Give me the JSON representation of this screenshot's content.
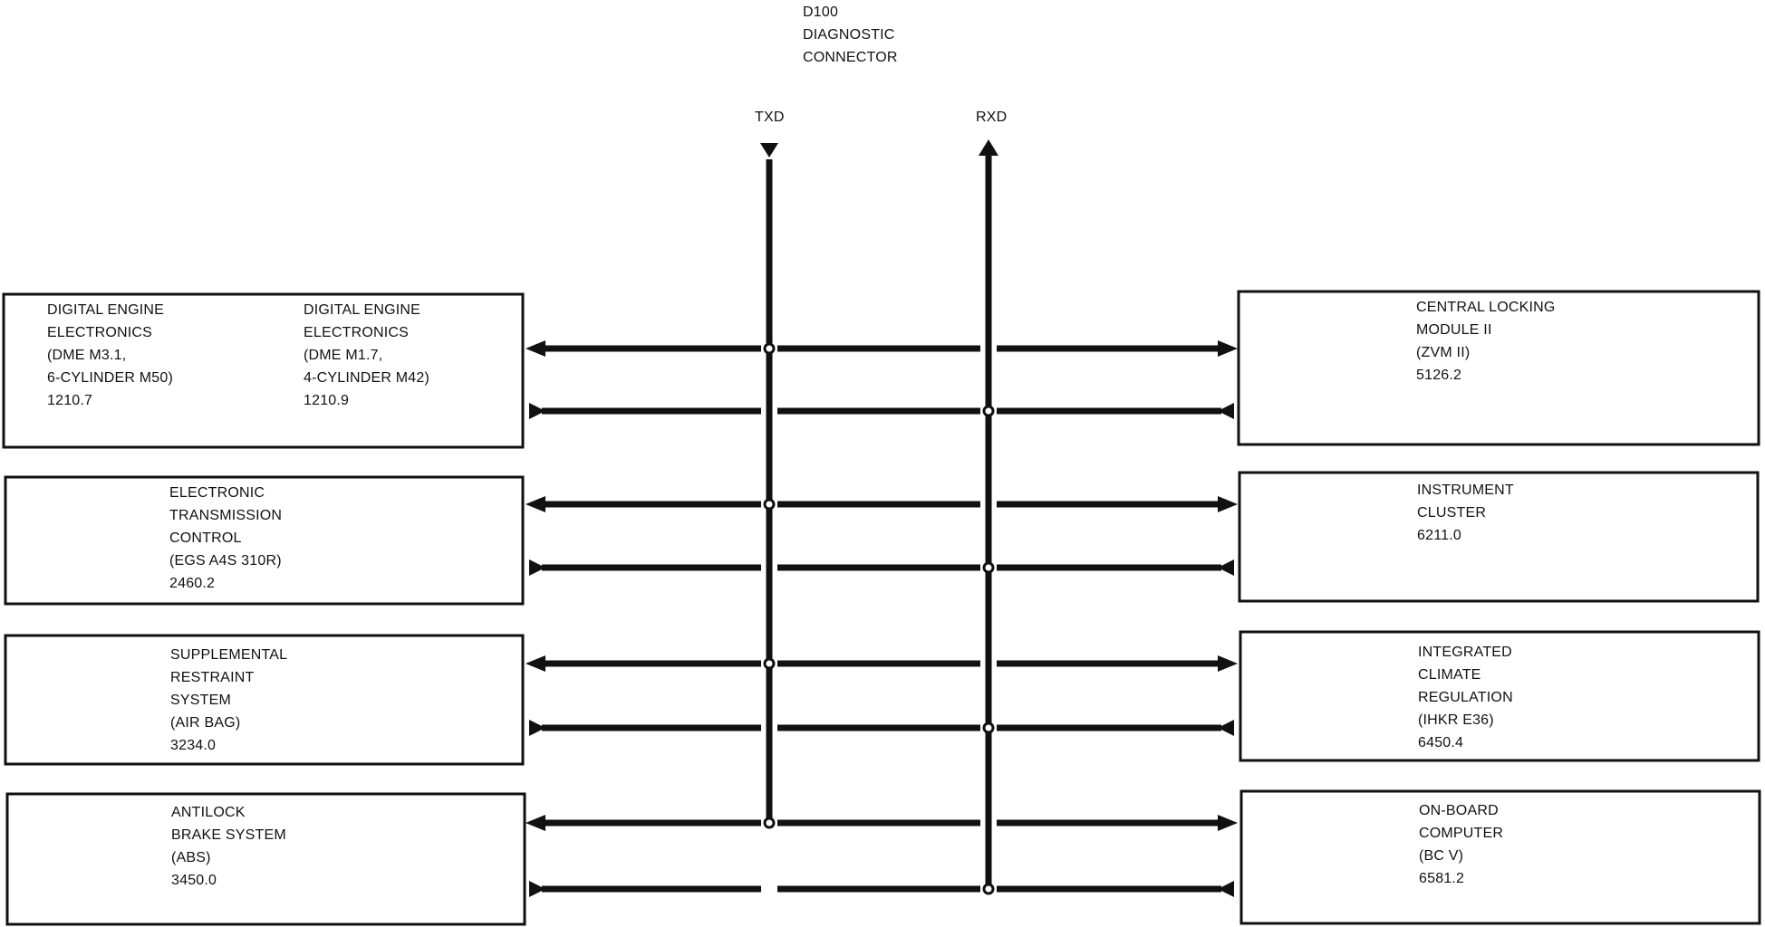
{
  "connector": {
    "id": "D100",
    "name_line1": "DIAGNOSTIC",
    "name_line2": "CONNECTOR",
    "txd_label": "TXD",
    "rxd_label": "RXD"
  },
  "modules": {
    "dme_m31": [
      "DIGITAL ENGINE",
      "ELECTRONICS",
      "(DME M3.1,",
      "6-CYLINDER M50)",
      "1210.7"
    ],
    "dme_m17": [
      "DIGITAL ENGINE",
      "ELECTRONICS",
      "(DME M1.7,",
      "4-CYLINDER M42)",
      "1210.9"
    ],
    "egs": [
      "ELECTRONIC",
      "TRANSMISSION",
      "CONTROL",
      "(EGS A4S 310R)",
      "2460.2"
    ],
    "srs": [
      "SUPPLEMENTAL",
      "RESTRAINT",
      "SYSTEM",
      "(AIR BAG)",
      "3234.0"
    ],
    "abs": [
      "ANTILOCK",
      "BRAKE SYSTEM",
      "(ABS)",
      "3450.0"
    ],
    "zvm": [
      "CENTRAL LOCKING",
      "MODULE II",
      "(ZVM II)",
      "5126.2"
    ],
    "ic": [
      "INSTRUMENT",
      "CLUSTER",
      "6211.0"
    ],
    "ihkr": [
      "INTEGRATED",
      "CLIMATE",
      "REGULATION",
      "(IHKR E36)",
      "6450.4"
    ],
    "bc": [
      "ON-BOARD",
      "COMPUTER",
      "(BC V)",
      "6581.2"
    ]
  }
}
